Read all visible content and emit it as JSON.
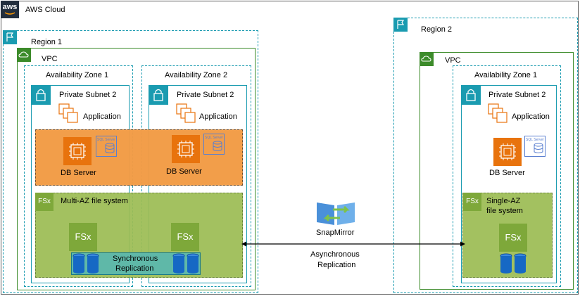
{
  "aws_cloud": {
    "label": "AWS Cloud",
    "logo_text": "aws"
  },
  "region1": {
    "label": "Region 1",
    "vpc_label": "VPC",
    "az1": {
      "label": "Availability Zone 1",
      "subnet_label": "Private Subnet 2",
      "app_label": "Application",
      "db_label": "DB Server",
      "sql_badge": "SQL Server"
    },
    "az2": {
      "label": "Availability Zone 2",
      "subnet_label": "Private Subnet 2",
      "app_label": "Application",
      "db_label": "DB Server",
      "sql_badge": "SQL Server"
    },
    "multi_az_label": "Multi-AZ file system",
    "sync_label_line1": "Synchronous",
    "sync_label_line2": "Replication",
    "fsx_badge": "FSx"
  },
  "region2": {
    "label": "Region 2",
    "vpc_label": "VPC",
    "az1": {
      "label": "Availability Zone 1",
      "subnet_label": "Private Subnet 2",
      "app_label": "Application",
      "db_label": "DB Server",
      "sql_badge": "SQL Server"
    },
    "single_az_line1": "Single-AZ",
    "single_az_line2": "file system",
    "fsx_badge": "FSx"
  },
  "snapmirror": {
    "label": "SnapMirror"
  },
  "async": {
    "line1": "Asynchronous",
    "line2": "Replication"
  },
  "colors": {
    "teal": "#1a9bb0",
    "green": "#3c8b2a",
    "orange_zone": "#f29b45",
    "green_zone": "#9dbd54",
    "ec2_orange": "#e8730d",
    "sql_blue": "#5a7fd0",
    "db_blue": "#1668c4"
  },
  "icons": [
    "aws-logo",
    "region-flag-icon",
    "vpc-cloud-icon",
    "lock-icon",
    "app-instances-icon",
    "ec2-icon",
    "sql-server-icon",
    "fsx-icon",
    "fsx-volume-icon",
    "database-icon",
    "snapmirror-icon"
  ]
}
